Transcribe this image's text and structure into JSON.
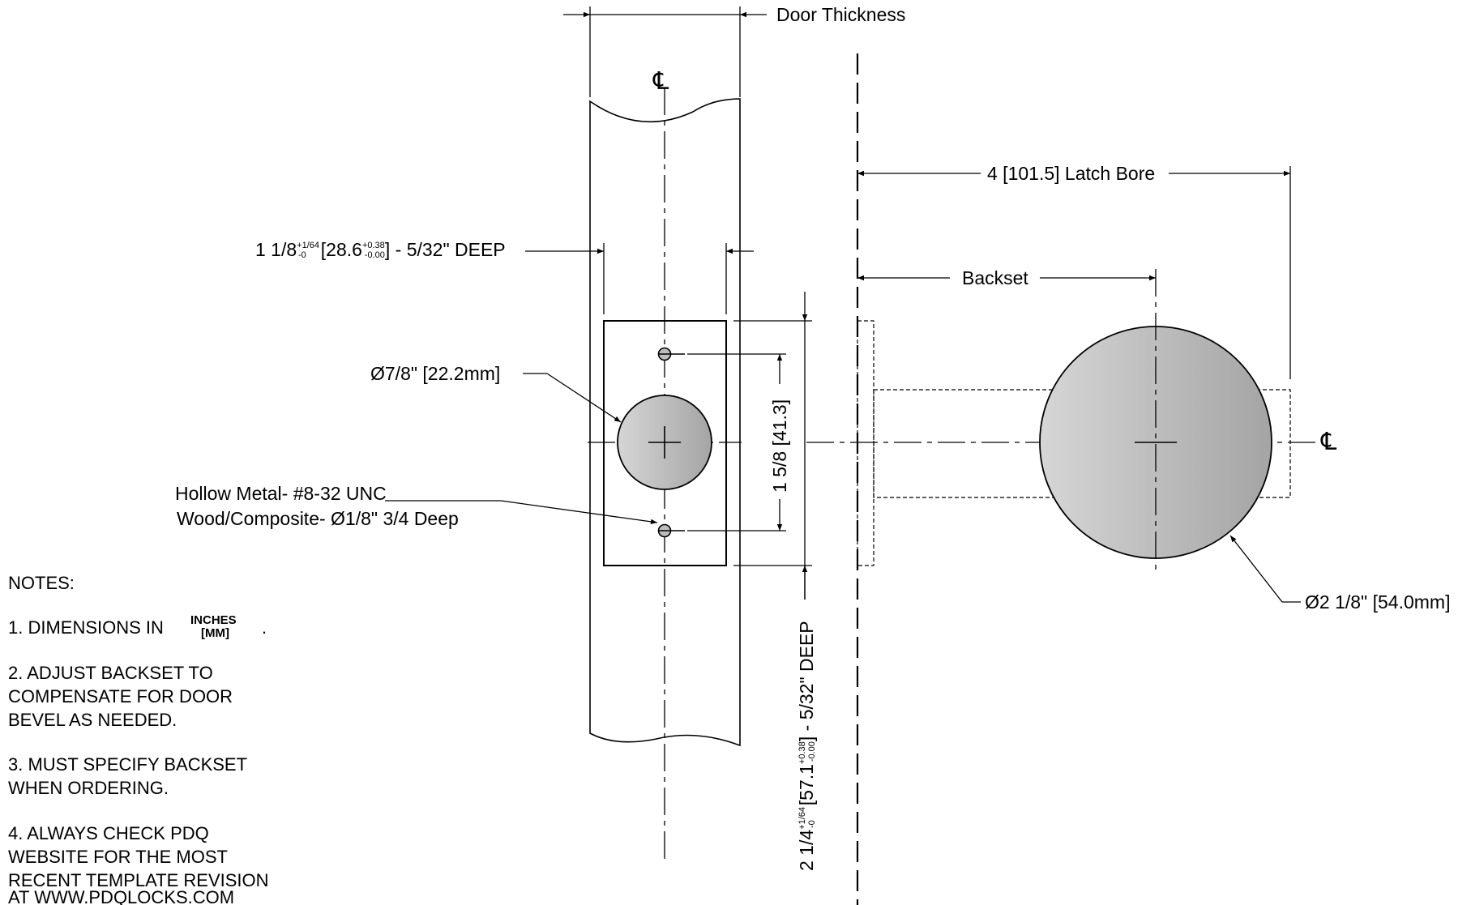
{
  "dimensions": {
    "door_thickness": "Door Thickness",
    "latch_bore": "4 [101.5] Latch Bore",
    "backset": "Backset",
    "faceplate_width": {
      "main": "1 1/8",
      "tol_in_plus": "+1/64",
      "tol_in_minus": "-0",
      "mm": "[28.6",
      "tol_mm_plus": "+0.38",
      "tol_mm_minus": "-0.00",
      "suffix": "] - 5/32\" DEEP"
    },
    "faceplate_height": {
      "main": "2 1/4",
      "tol_in_plus": "+1/64",
      "tol_in_minus": "-0",
      "mm": "[57.1",
      "tol_mm_plus": "+0.38",
      "tol_mm_minus": "-0.00",
      "suffix": "] - 5/32\" DEEP"
    },
    "hole_spacing": "1 5/8 [41.3]",
    "small_bore": "Ø7/8\" [22.2mm]",
    "large_bore": "Ø2 1/8\" [54.0mm]",
    "screw_line1": "Hollow Metal- #8-32 UNC",
    "screw_line2": "Wood/Composite- Ø1/8\" 3/4 Deep",
    "centerline": "℄"
  },
  "notes": {
    "heading": "NOTES:",
    "n1_prefix": "1.  DIMENSIONS IN",
    "n1_units_top": "INCHES",
    "n1_units_bottom": "[MM]",
    "n1_suffix": ".",
    "n2": [
      "2.  ADJUST BACKSET TO",
      "COMPENSATE FOR DOOR",
      "BEVEL AS NEEDED."
    ],
    "n3": [
      "3.  MUST SPECIFY BACKSET",
      "WHEN ORDERING."
    ],
    "n4": [
      "4.   ALWAYS CHECK PDQ",
      "WEBSITE FOR THE MOST",
      "RECENT  TEMPLATE REVISION",
      "AT WWW.PDQLOCKS.COM"
    ]
  },
  "colors": {
    "line": "#000000",
    "bore_fill_light": "#d4d4d4",
    "bore_fill_dark": "#a6a6a6"
  }
}
